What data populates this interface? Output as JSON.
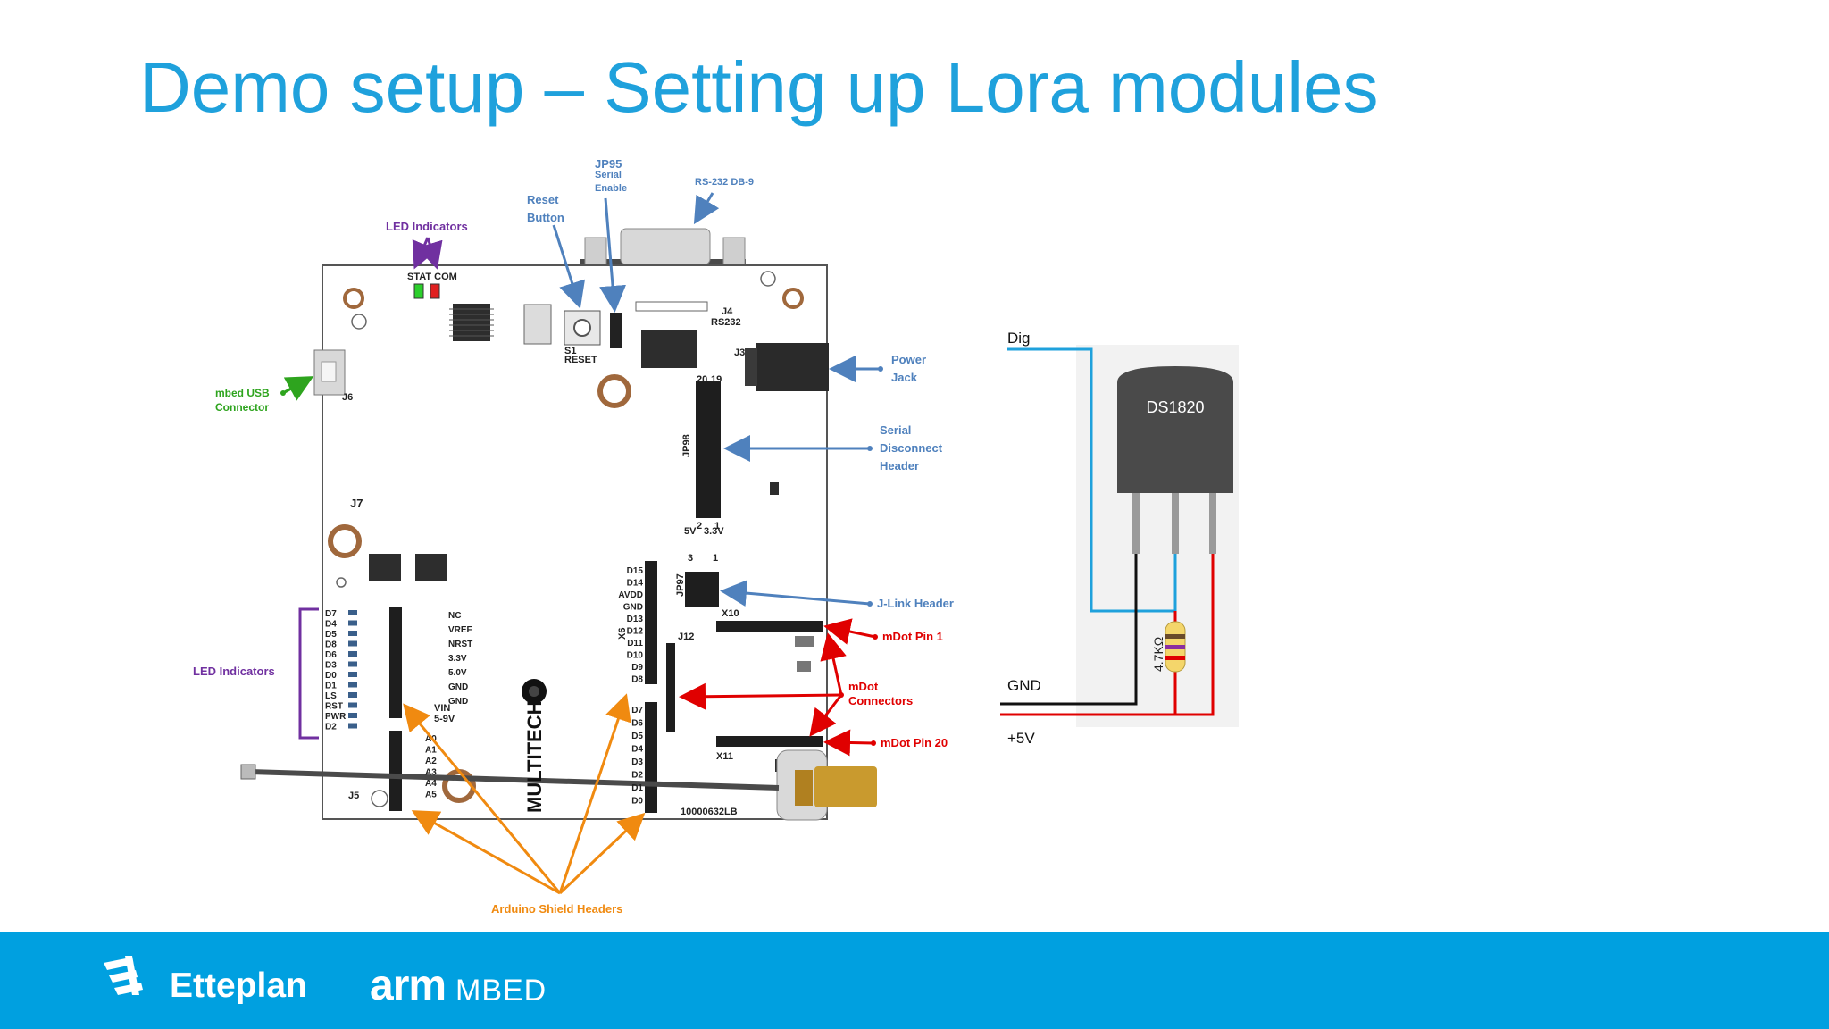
{
  "slide": {
    "title": "Demo setup – Setting up Lora modules"
  },
  "board_diagram": {
    "callouts": {
      "jp95_line1": "JP95",
      "jp95_line2": "Serial",
      "jp95_line3": "Enable",
      "rs232": "RS-232 DB-9",
      "reset_line1": "Reset",
      "reset_line2": "Button",
      "led_indicators_top": "LED Indicators",
      "mbed_usb_line1": "mbed USB",
      "mbed_usb_line2": "Connector",
      "power_line1": "Power",
      "power_line2": "Jack",
      "serial_line1": "Serial",
      "serial_line2": "Disconnect",
      "serial_line3": "Header",
      "jlink": "J-Link Header",
      "mdot_pin1": "mDot Pin 1",
      "mdot_conn_line1": "mDot",
      "mdot_conn_line2": "Connectors",
      "mdot_pin20": "mDot Pin 20",
      "led_indicators_left": "LED Indicators",
      "arduino": "Arduino Shield Headers"
    },
    "silkscreen": {
      "stat_com": "STAT COM",
      "j4": "J4",
      "rs232": "RS232",
      "s1": "S1",
      "reset": "RESET",
      "j3": "J3",
      "j6": "J6",
      "j7": "J7",
      "j5": "J5",
      "jp98": "JP98",
      "pin20": "20",
      "pin19": "19",
      "pin2": "2",
      "pin1": "1",
      "v5": "5V",
      "v33": "3.3V",
      "num3": "3",
      "num1": "1",
      "x10": "X10",
      "x11": "X11",
      "x6": "X6",
      "j12": "J12",
      "jp97": "JP97",
      "brand": "MULTITECH",
      "part": "10000632LB",
      "led_left": [
        "D7",
        "D4",
        "D5",
        "D8",
        "D6",
        "D3",
        "D0",
        "D1",
        "LS",
        "RST",
        "PWR",
        "D2"
      ],
      "power_pins": [
        "NC",
        "VREF",
        "NRST",
        "3.3V",
        "5.0V",
        "GND",
        "GND"
      ],
      "vin": "VIN",
      "vin_range": "5-9V",
      "analog": [
        "A0",
        "A1",
        "A2",
        "A3",
        "A4",
        "A5"
      ],
      "digital_top": [
        "D15",
        "D14",
        "AVDD",
        "GND",
        "D13",
        "D12",
        "D11",
        "D10",
        "D9",
        "D8"
      ],
      "digital_bottom": [
        "D7",
        "D6",
        "D5",
        "D4",
        "D3",
        "D2",
        "D1",
        "D0"
      ]
    }
  },
  "sensor_diagram": {
    "dig": "Dig",
    "gnd": "GND",
    "vcc": "+5V",
    "chip": "DS1820",
    "resistor": "4.7KΩ"
  },
  "footer": {
    "etteplan": "Etteplan",
    "arm": "arm",
    "mbed": "MBED"
  },
  "colors": {
    "title": "#1fa1dc",
    "footer": "#00a0e0",
    "callout_blue": "#4f81bd",
    "callout_purple": "#7030a0",
    "callout_green": "#2ea41e",
    "callout_red": "#e00000",
    "callout_orange": "#f08a10"
  }
}
